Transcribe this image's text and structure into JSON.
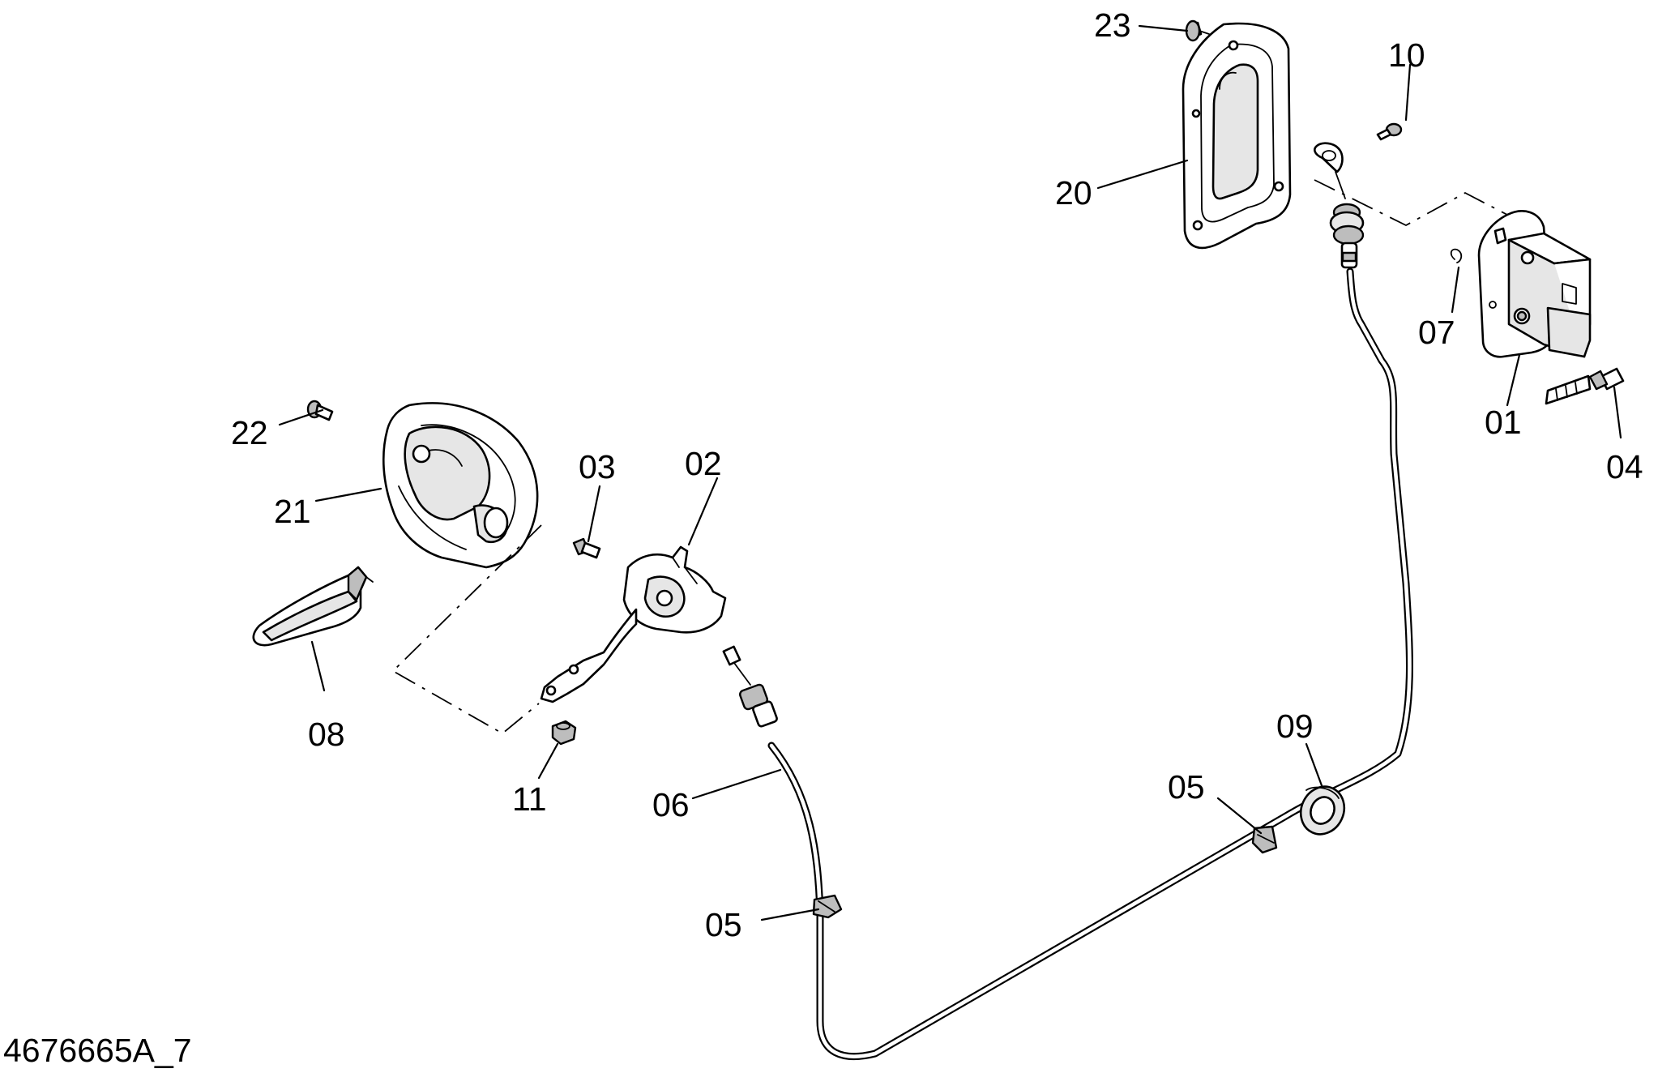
{
  "drawing_number": "4676665A_7",
  "callouts": {
    "c01": "01",
    "c02": "02",
    "c03": "03",
    "c04": "04",
    "c05_upper": "05",
    "c05_lower": "05",
    "c06": "06",
    "c07": "07",
    "c08": "08",
    "c09": "09",
    "c10": "10",
    "c11": "11",
    "c20": "20",
    "c21": "21",
    "c22": "22",
    "c23": "23"
  }
}
